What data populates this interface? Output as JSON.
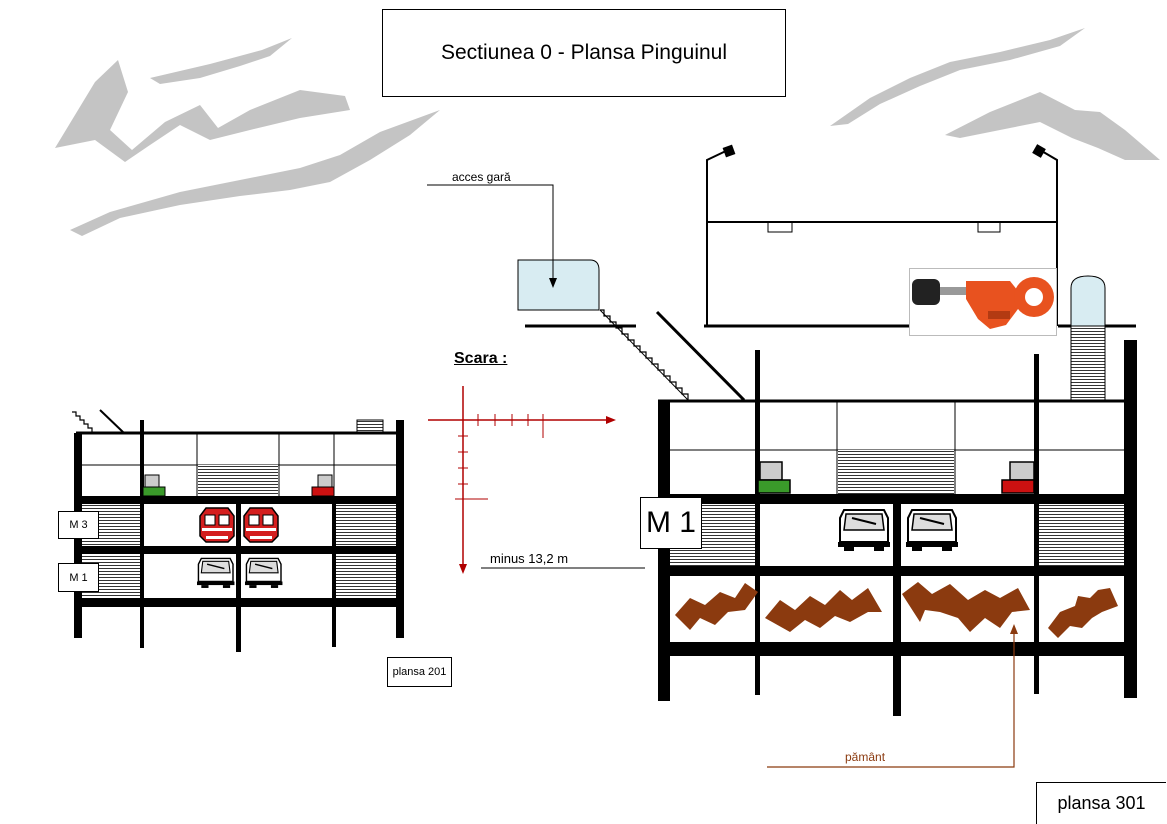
{
  "title": "Sectiunea  0 - Plansa Pinguinul",
  "labels": {
    "acces": "acces  gară",
    "scara": "Scara :",
    "minus": "minus  13,2  m",
    "pamant": "pământ",
    "m1_big": "M 1",
    "m3_small": "M 3",
    "m1_small": "M 1",
    "plansa201": "plansa 201",
    "plansa301": "plansa  301"
  },
  "colors": {
    "structure": "#000000",
    "scale_axis": "#b00000",
    "earth": "#8b3a0f",
    "train_red": "#d41e1e",
    "green_block": "#3a9a2a",
    "red_block": "#cc1111",
    "glass": "#d8ecf2",
    "cloud": "#c4c4c4",
    "tool_orange": "#e8521f"
  },
  "icons": [
    "cloud-scribble",
    "train-front-icon",
    "tube-cutter-image",
    "street-lamp-icon",
    "stair-icon"
  ]
}
